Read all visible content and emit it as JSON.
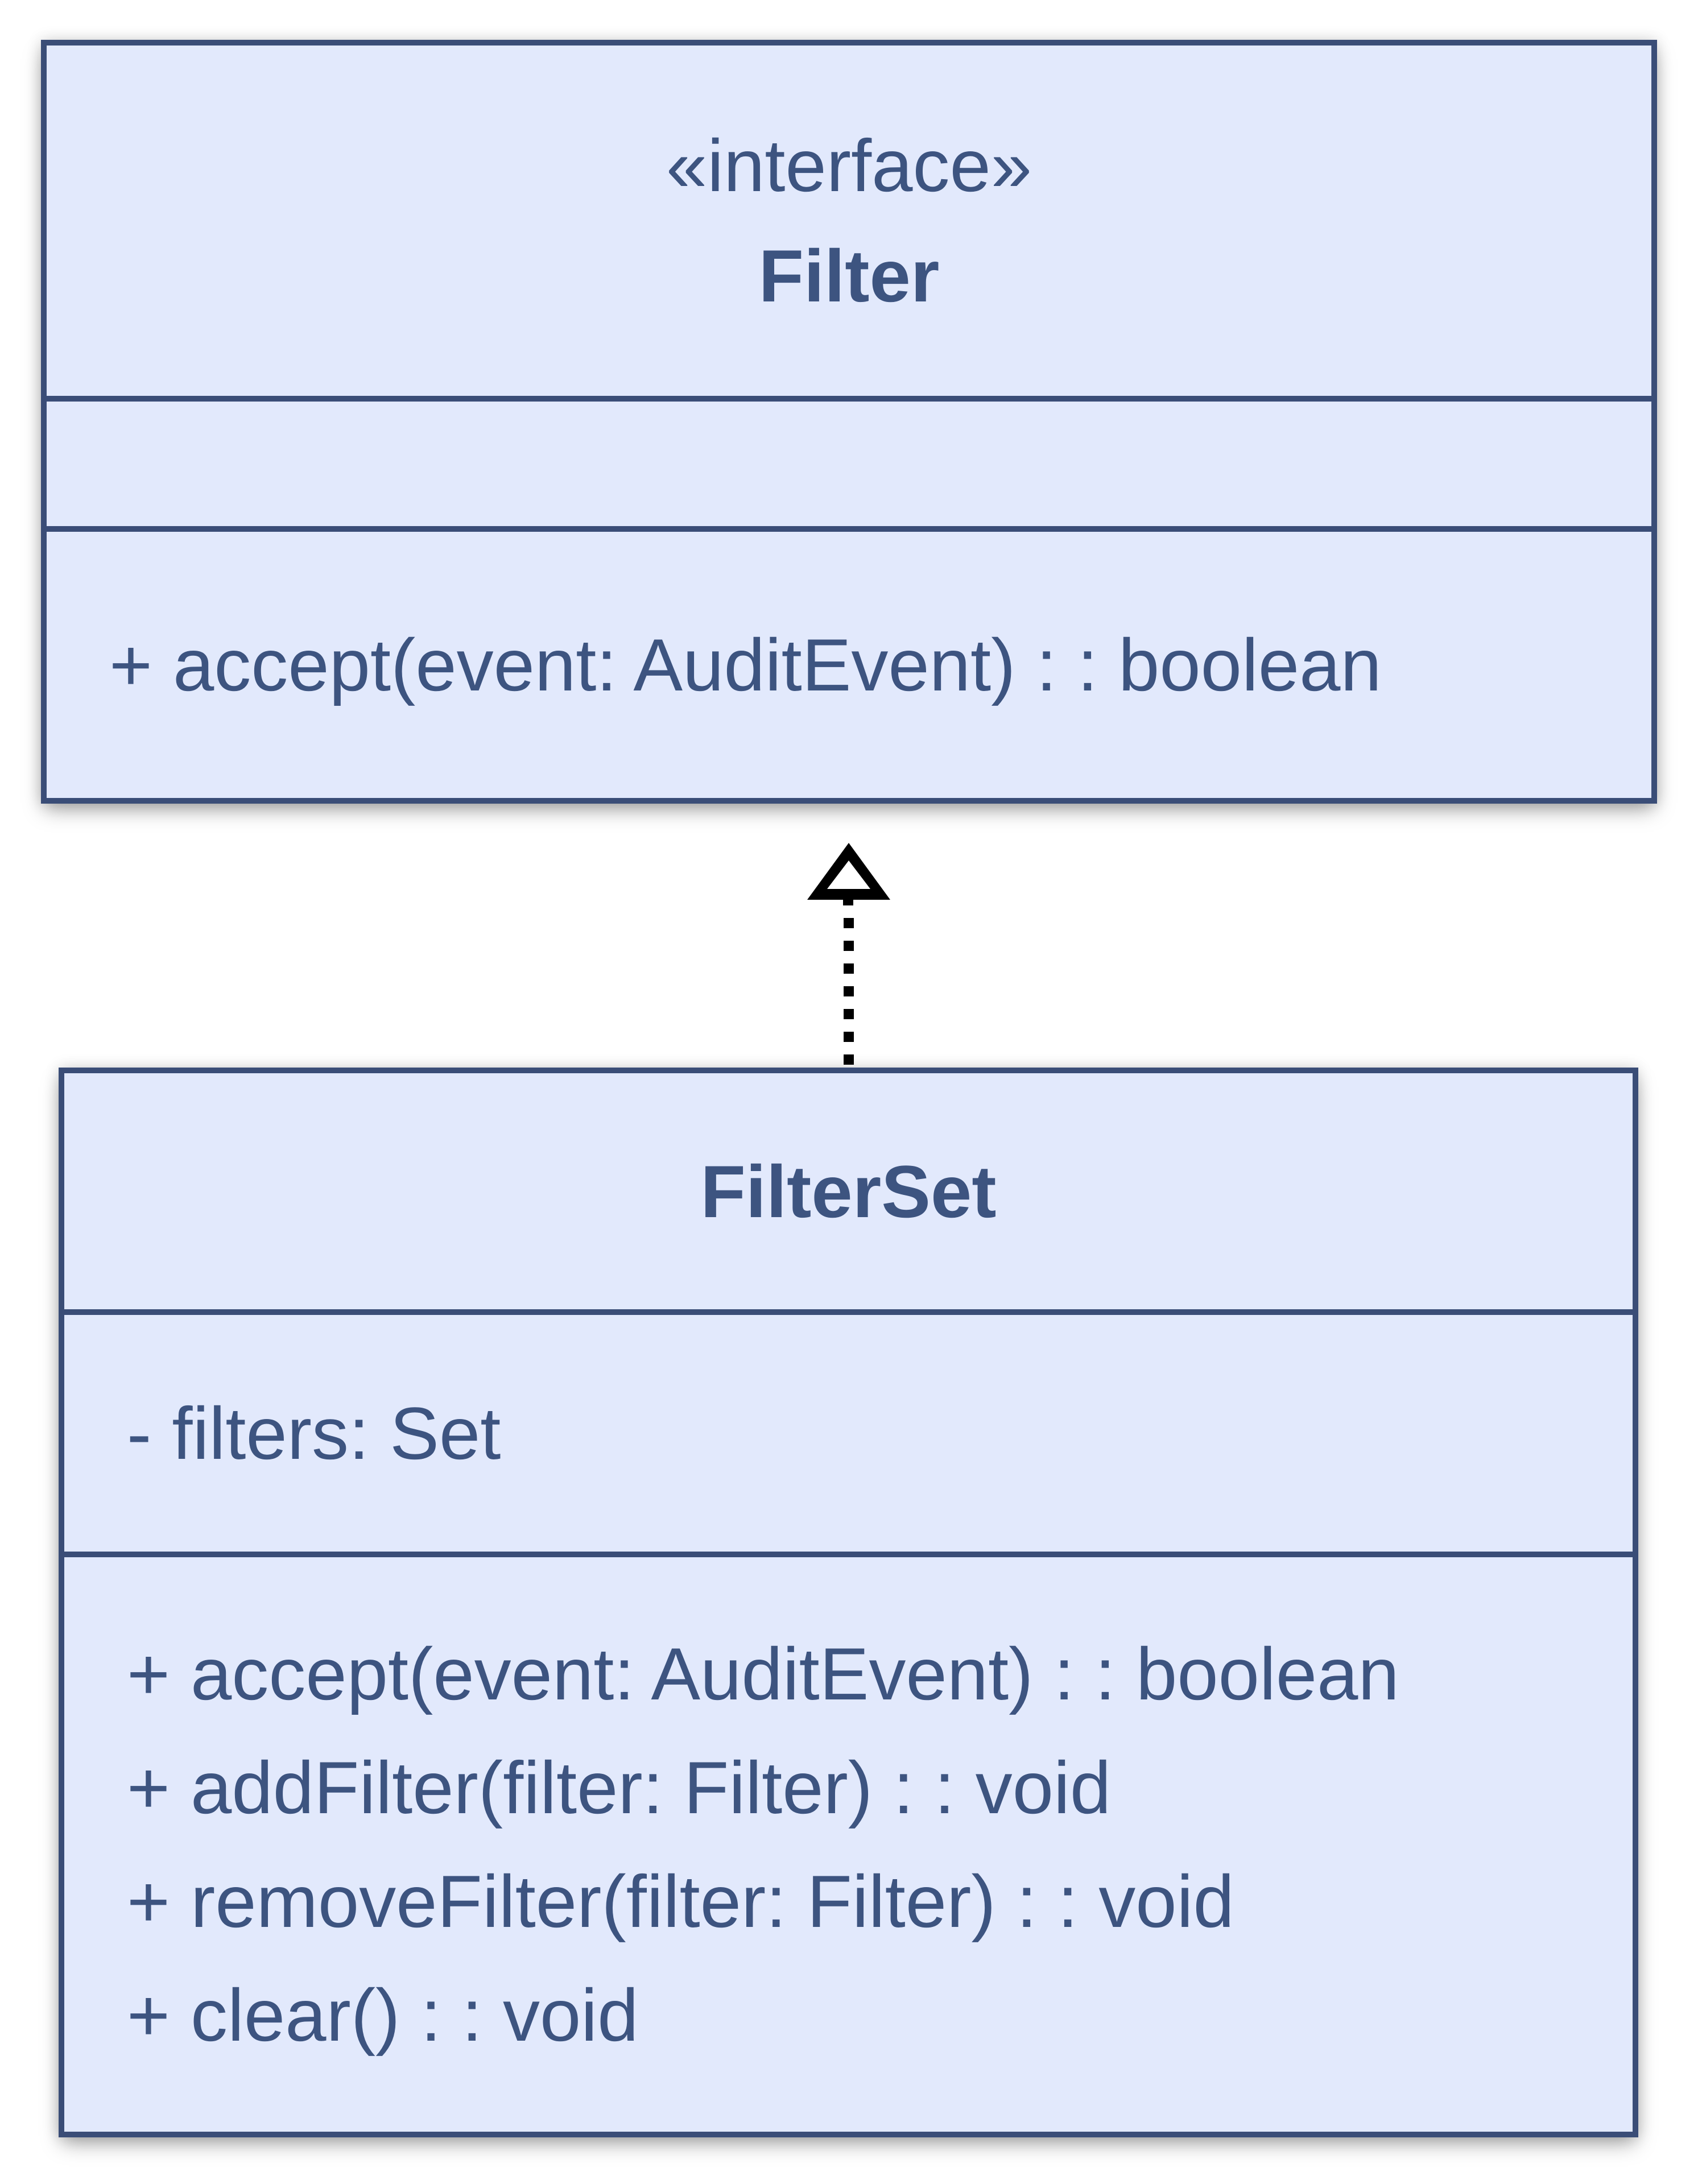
{
  "diagram": {
    "classes": [
      {
        "id": "filter-interface",
        "stereotype": "«interface»",
        "name": "Filter",
        "attributes": [],
        "methods": [
          "+ accept(event: AuditEvent) : : boolean"
        ]
      },
      {
        "id": "filterset-class",
        "stereotype": "",
        "name": "FilterSet",
        "attributes": [
          "- filters: Set"
        ],
        "methods": [
          "+ accept(event: AuditEvent) : : boolean",
          "+ addFilter(filter: Filter) : : void",
          "+ removeFilter(filter: Filter) : : void",
          "+ clear() : : void"
        ]
      }
    ],
    "relationship": {
      "type": "realization",
      "from": "FilterSet",
      "to": "Filter",
      "line_style": "dashed",
      "arrowhead": "hollow-triangle"
    },
    "colors": {
      "box_fill": "#e2e9fc",
      "box_border": "#3a4d77",
      "text": "#3d5480",
      "arrow": "#000000",
      "background": "#ffffff"
    }
  }
}
